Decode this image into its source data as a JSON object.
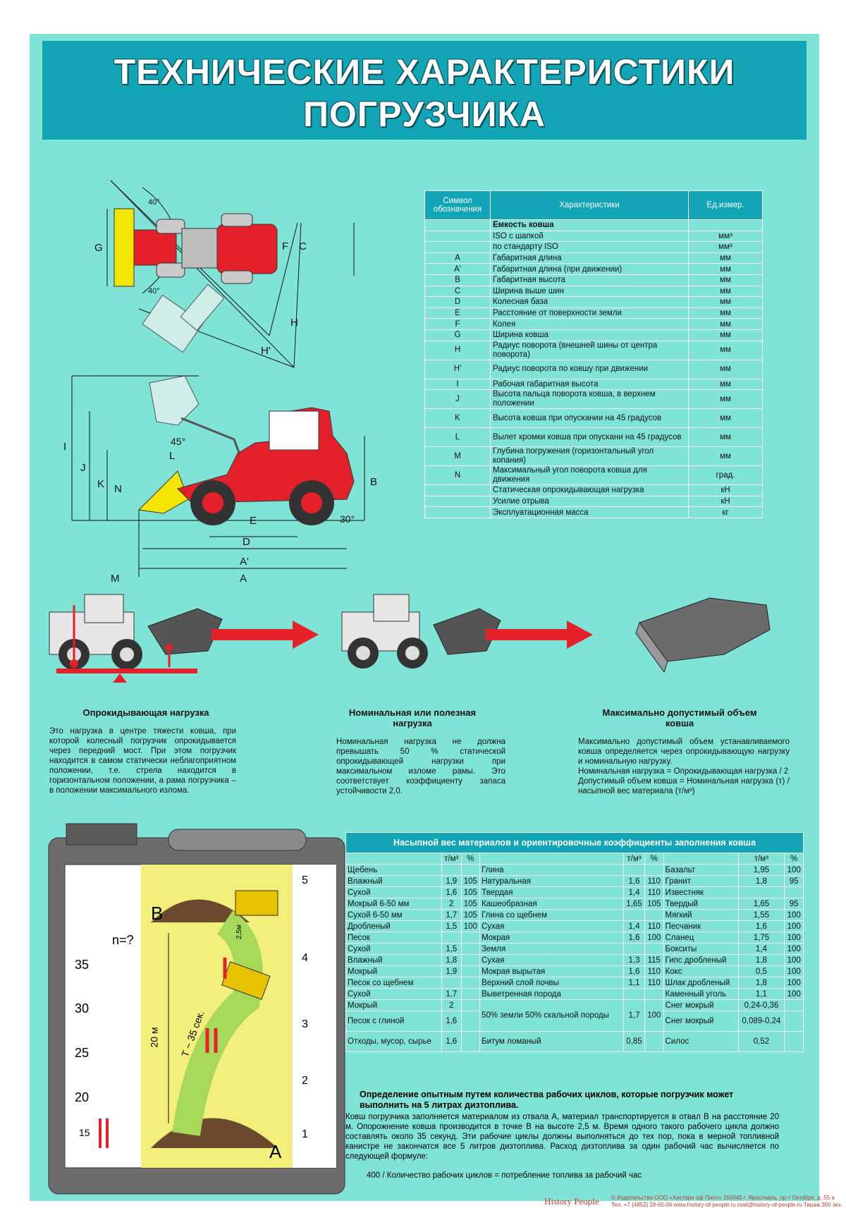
{
  "title": {
    "line1": "ТЕХНИЧЕСКИЕ ХАРАКТЕРИСТИКИ",
    "line2": "ПОГРУЗЧИКА"
  },
  "diagram_labels": {
    "angle_top": "40°",
    "angle_bottom": "40°",
    "G": "G",
    "F": "F",
    "C": "C",
    "H": "H",
    "H_prime": "H'",
    "I": "I",
    "J": "J",
    "K": "K",
    "N": "N",
    "L": "L",
    "M": "M",
    "E": "E",
    "D": "D",
    "A_prime": "A'",
    "A": "A",
    "B": "B",
    "angle45": "45°",
    "angle30": "30°"
  },
  "spec_table": {
    "headers": [
      "Символ обозначения",
      "Характеристики",
      "Ед.измер."
    ],
    "rows": [
      {
        "sym": "",
        "desc": "Емкость ковша",
        "unit": "",
        "bold": true
      },
      {
        "sym": "",
        "desc": "ISO с шапкой",
        "unit": "мм³"
      },
      {
        "sym": "",
        "desc": "по стандарту ISO",
        "unit": "мм³"
      },
      {
        "sym": "A",
        "desc": "Габаритная длина",
        "unit": "мм"
      },
      {
        "sym": "A'",
        "desc": "Габаритная длина (при движении)",
        "unit": "мм"
      },
      {
        "sym": "B",
        "desc": "Габаритная высота",
        "unit": "мм"
      },
      {
        "sym": "C",
        "desc": "Ширина выше шин",
        "unit": "мм"
      },
      {
        "sym": "D",
        "desc": "Колесная база",
        "unit": "мм"
      },
      {
        "sym": "E",
        "desc": "Расстояние от поверхности земли",
        "unit": "мм"
      },
      {
        "sym": "F",
        "desc": "Колея",
        "unit": "мм"
      },
      {
        "sym": "G",
        "desc": "Ширина ковша",
        "unit": "мм"
      },
      {
        "sym": "H",
        "desc": "Радиус поворота (внешней шины от центра поворота)",
        "unit": "мм",
        "tall": true
      },
      {
        "sym": "H'",
        "desc": "Радиус поворота по ковшу при движении",
        "unit": "мм",
        "tall": true
      },
      {
        "sym": "I",
        "desc": "Рабочая габаритная высота",
        "unit": "мм"
      },
      {
        "sym": "J",
        "desc": "Высота пальца поворота ковша, в верхнем положении",
        "unit": "мм",
        "tall": true
      },
      {
        "sym": "K",
        "desc": "Высота ковша при опускании на 45 градусов",
        "unit": "мм",
        "tall": true
      },
      {
        "sym": "L",
        "desc": "Вылет кромки ковша при опускани на 45 градусов",
        "unit": "мм",
        "tall": true
      },
      {
        "sym": "M",
        "desc": "Глубина погружения (горизонтальный угол копания)",
        "unit": "мм",
        "tall": true
      },
      {
        "sym": "N",
        "desc": "Максимальный угол поворота ковша для движения",
        "unit": "град.",
        "tall": true
      },
      {
        "sym": "",
        "desc": "Статическая опрокидывающая нагрузка",
        "unit": "кН"
      },
      {
        "sym": "",
        "desc": "Усилие отрыва",
        "unit": "кН"
      },
      {
        "sym": "",
        "desc": "Эксплуатационная масса",
        "unit": "кг"
      }
    ]
  },
  "captions": [
    {
      "title": "Опрокидывающая нагрузка",
      "text": "Это нагрузка в центре тяжести ковша, при которой колесный погрузчик опрокидывается через передний мост. При этом погрузчик находится в самом статически неблагоприятном положении, т.е. стрела находится в горизонтальном положении, а рама погрузчика – в положении максимального излома."
    },
    {
      "title": "Номинальная или полезная нагрузка",
      "text": "Номинальная нагрузка не должна превышать 50 % статической опрокидывающей нагрузки при максимальном изломе рамы. Это соответствует коэффициенту запаса устойчивости 2,0."
    },
    {
      "title": "Максимально допустимый объем ковша",
      "text": "Максимально допустимый объем устанавливаемого ковша определяется через опрокидывающую нагрузку и номинальную нагрузку.",
      "formula1": "Номинальная нагрузка = Опрокидывающая нагрузка / 2",
      "formula2": "Допустимый объем ковша = Номинальная нагрузка (т) / насыпной вес материала (т/м³)"
    }
  ],
  "tank": {
    "n_label": "n=?",
    "scale": [
      "35",
      "30",
      "25",
      "20",
      "15"
    ],
    "pile_b": "B",
    "pile_a": "A",
    "height_label": "2,5м",
    "distance_label": "20 м",
    "time_label": "T ~ 35 сек.",
    "levels": [
      "5",
      "4",
      "3",
      "2",
      "1"
    ]
  },
  "density_table": {
    "title": "Насыпной вес материалов и ориентировочные коэффициенты заполнения ковша",
    "unit_headers": [
      "т/м³",
      "%",
      "т/м³",
      "%",
      "т/м³",
      "%"
    ],
    "rows": [
      [
        [
          "Щебень",
          "",
          ""
        ],
        [
          "Глина",
          "",
          ""
        ],
        [
          "Базальт",
          "1,95",
          "100"
        ]
      ],
      [
        [
          "Влажный",
          "1,9",
          "105"
        ],
        [
          "Натуральная",
          "1,6",
          "110"
        ],
        [
          "Гранит",
          "1,8",
          "95"
        ]
      ],
      [
        [
          "Сухой",
          "1,6",
          "105"
        ],
        [
          "Твердая",
          "1,4",
          "110"
        ],
        [
          "Известняк",
          "",
          ""
        ]
      ],
      [
        [
          "Мокрый 6-50 мм",
          "2",
          "105"
        ],
        [
          "Кашеобразная",
          "1,65",
          "105"
        ],
        [
          "Твердый",
          "1,65",
          "95"
        ]
      ],
      [
        [
          "Сухой 6-50 мм",
          "1,7",
          "105"
        ],
        [
          "Глина со щебнем",
          "",
          ""
        ],
        [
          "Мягкий",
          "1,55",
          "100"
        ]
      ],
      [
        [
          "Дробленый",
          "1,5",
          "100"
        ],
        [
          "Сухая",
          "1,4",
          "110"
        ],
        [
          "Песчаник",
          "1,6",
          "100"
        ]
      ],
      [
        [
          "Песок",
          "",
          ""
        ],
        [
          "Мокрая",
          "1,6",
          "100"
        ],
        [
          "Сланец",
          "1,75",
          "100"
        ]
      ],
      [
        [
          "Сухой",
          "1,5",
          ""
        ],
        [
          "Земля",
          "",
          ""
        ],
        [
          "Бокситы",
          "1,4",
          "100"
        ]
      ],
      [
        [
          "Влажный",
          "1,8",
          ""
        ],
        [
          "Сухая",
          "1,3",
          "115"
        ],
        [
          "Гипс дробленый",
          "1,8",
          "100"
        ]
      ],
      [
        [
          "Мокрый",
          "1,9",
          ""
        ],
        [
          "Мокрая вырытая",
          "1,6",
          "110"
        ],
        [
          "Кокс",
          "0,5",
          "100"
        ]
      ],
      [
        [
          "Песок со щебнем",
          "",
          ""
        ],
        [
          "Верхний слой почвы",
          "1,1",
          "110"
        ],
        [
          "Шлак дробленый",
          "1,8",
          "100"
        ]
      ],
      [
        [
          "Сухой",
          "1,7",
          ""
        ],
        [
          "Выветренная порода",
          "",
          ""
        ],
        [
          "Каменный уголь",
          "1,1",
          "100"
        ]
      ]
    ],
    "tail": {
      "r1c1": [
        "Мокрый",
        "2",
        ""
      ],
      "merged": [
        "50% земли 50% скальной породы",
        "1,7",
        "100"
      ],
      "r1c3": [
        "Снег мокрый",
        "0,24-0,36",
        ""
      ],
      "r2c1": [
        "Песок с глиной",
        "1,6",
        ""
      ],
      "r2c3": [
        "Снег мокрый",
        "0,089-0,24",
        ""
      ],
      "r3c1": [
        "Отходы, мусор, сырье",
        "1,6",
        ""
      ],
      "r3c2": [
        "Битум ломаный",
        "0,85",
        ""
      ],
      "r3c3": [
        "Силос",
        "0,52",
        ""
      ]
    }
  },
  "cycles": {
    "title": "Определение опытным путем количества рабочих циклов, которые погрузчик может выполнить на 5 литрах дизтоплива.",
    "text": "Ковш погрузчика заполняется материалом из отвала А, материал транспортируется в отвал В на расстояние 20 м. Опорожнение ковша производится в точке В на высоте 2,5 м. Время одного такого рабочего цикла должно составлять около 35 секунд. Эти рабочие циклы должны выполняться до тех пор, пока в мерной топливной канистре не закончатся все 5 литров дизтоплива. Расход дизтоплива за один рабочий час вычисляется по следующей формуле:",
    "formula": "400 /  Количество рабочих циклов = потребление топлива за рабочий час"
  },
  "footer": {
    "brand": "History People",
    "line1": "© Издательство ООО «Хистори оф Пипл» 150040  г. Ярославль, пр-т Октября, д. 55 а",
    "line2": "Тел. +7 (4852) 28-65-06 www.history-of-people.ru  mail@history-of-people.ru  Тираж 300 экз."
  },
  "colors": {
    "teal_bg": "#7fe3d6",
    "teal_header": "#12a5b5",
    "loader_red": "#e4202b",
    "bucket_yellow": "#f2e600",
    "arrow_red": "#e8202a"
  }
}
